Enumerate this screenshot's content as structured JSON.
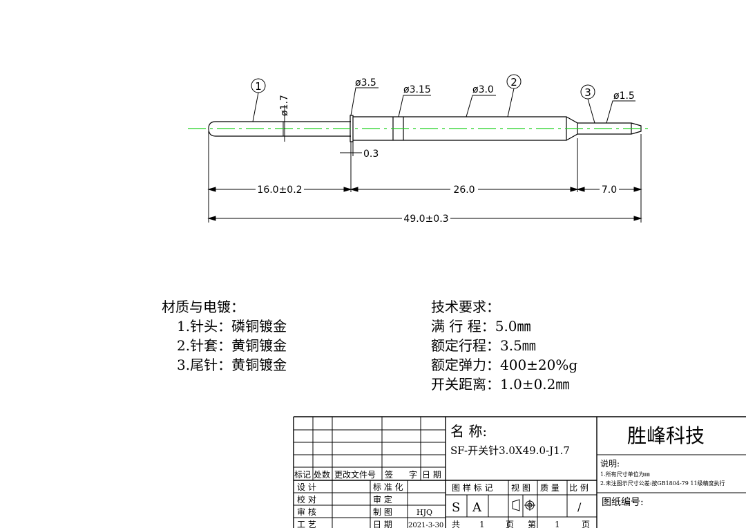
{
  "drawing": {
    "balloons": [
      "1",
      "2",
      "3"
    ],
    "dims": {
      "head_dia": "ø1.7",
      "flange_dia": "ø3.5",
      "groove_dia": "ø3.15",
      "barrel_dia": "ø3.0",
      "tail_dia": "ø1.5",
      "flange_thk": "0.3",
      "seg1": "16.0±0.2",
      "seg2": "26.0",
      "seg3": "7.0",
      "total": "49.0±0.3"
    }
  },
  "materials": {
    "title": "材质与电镀：",
    "items": [
      "1.针头：磷铜镀金",
      "2.针套：黄铜镀金",
      "3.尾针：黄铜镀金"
    ]
  },
  "tech": {
    "title": "技术要求：",
    "items": [
      "满 行 程：5.0㎜",
      "额定行程：3.5㎜",
      "额定弹力：400±20%g",
      "开关距离：1.0±0.2㎜"
    ]
  },
  "title_block": {
    "rev_headers": [
      "标记",
      "处数",
      "更改文件号",
      "签",
      "字",
      "日 期"
    ],
    "design": "设 计",
    "check": "校 对",
    "review": "审 核",
    "process": "工 艺",
    "standardize": "标 准 化",
    "approve": "审 定",
    "drawn": "制 图",
    "drawn_by": "HJQ",
    "date_label": "日 期",
    "date": "2021-3-30",
    "name_label": "名 称:",
    "part_name": "SF-开关针3.0X49.0-J1.7",
    "company": "胜峰科技",
    "drawing_mark": "图 样 标 记",
    "view": "视 图",
    "mass": "质 量",
    "scale": "比 例",
    "mark_s": "S",
    "mark_a": "A",
    "scale_value": "/",
    "total_label": "共",
    "total_pages": "1",
    "page_unit": "页",
    "sheet_label": "第",
    "sheet_num": "1",
    "sheet_unit": "页",
    "notes_title": "说明:",
    "note1": "1.所有尺寸单位为㎜",
    "note2": "2.未注图示尺寸公差:按GB1804-79 11级精度执行",
    "drawing_no_label": "图纸编号:"
  }
}
